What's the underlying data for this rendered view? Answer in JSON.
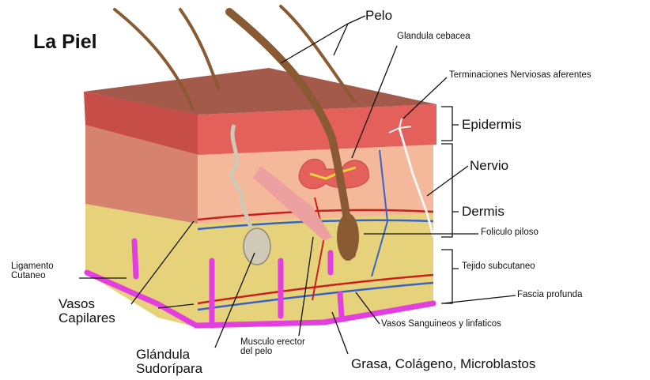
{
  "title": "La Piel",
  "labels": {
    "pelo": "Pelo",
    "glandula_cebacea": "Glandula cebacea",
    "terminaciones": "Terminaciones Nerviosas aferentes",
    "epidermis": "Epidermis",
    "nervio": "Nervio",
    "dermis": "Dermis",
    "foliculo": "Foliculo piloso",
    "tejido_subcutaneo": "Tejido subcutaneo",
    "fascia": "Fascia profunda",
    "vasos_sanguineos": "Vasos Sanguineos y linfaticos",
    "ligamento": [
      "Ligamento",
      "Cutaneo"
    ],
    "vasos_capilares": [
      "Vasos",
      "Capilares"
    ],
    "glandula_sudoripara": [
      "Glándula",
      "Sudorípara"
    ],
    "musculo": [
      "Musculo erector",
      "del pelo"
    ],
    "grasa": "Grasa, Colágeno, Microblastos"
  },
  "colors": {
    "epidermis_surface": "#a45a4a",
    "epidermis": "#e4605a",
    "dermis": "#f3b99a",
    "subcutaneous_fat": "#e6d27a",
    "hair": "#8a5a32",
    "artery": "#c8201c",
    "vein": "#3a62c0",
    "ligament": "#e23ee0",
    "nerve": "#f4f4f4"
  }
}
